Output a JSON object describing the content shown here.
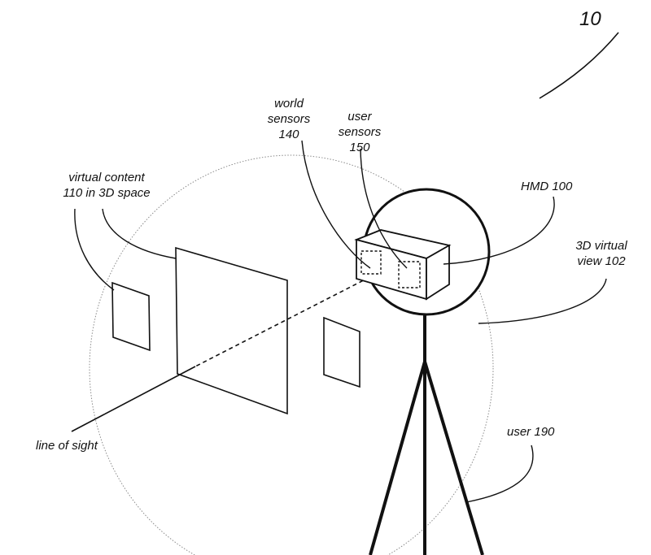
{
  "figure_number": "10",
  "labels": {
    "world_sensors": [
      "world",
      "sensors",
      "140"
    ],
    "user_sensors": [
      "user",
      "sensors",
      "150"
    ],
    "virtual_content": [
      "virtual content",
      "110 in 3D space"
    ],
    "hmd": "HMD 100",
    "virtual_view": [
      "3D virtual",
      "view 102"
    ],
    "line_of_sight": "line of sight",
    "user": "user 190"
  }
}
